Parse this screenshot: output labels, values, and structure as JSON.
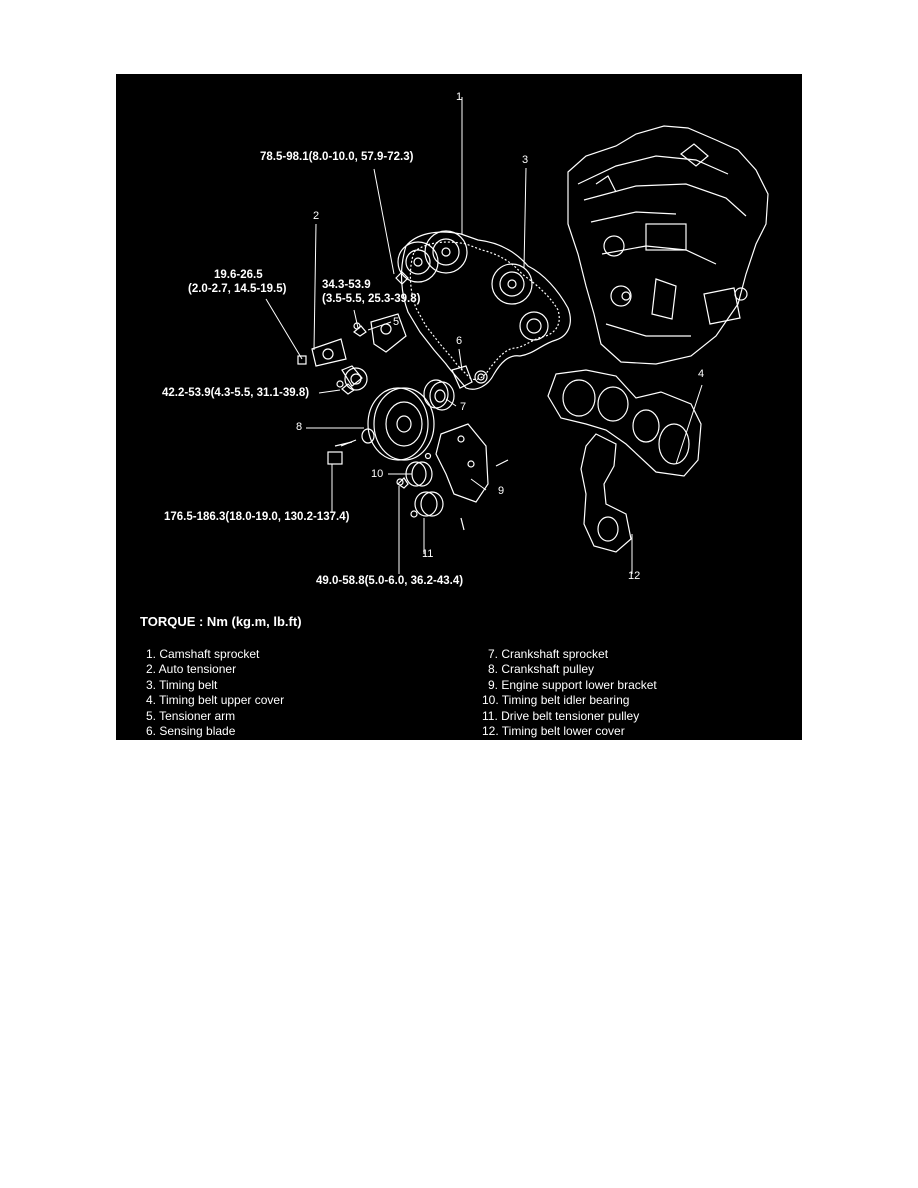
{
  "torque_specs": {
    "camshaft_bolt": "78.5-98.1(8.0-10.0, 57.9-72.3)",
    "auto_tensioner_line1": "19.6-26.5",
    "auto_tensioner_line2": "(2.0-2.7, 14.5-19.5)",
    "tensioner_arm_line1": "34.3-53.9",
    "tensioner_arm_line2": "(3.5-5.5, 25.3-39.8)",
    "idler_bolt": "42.2-53.9(4.3-5.5, 31.1-39.8)",
    "crank_bolt": "176.5-186.3(18.0-19.0, 130.2-137.4)",
    "bracket_bolt": "49.0-58.8(5.0-6.0, 36.2-43.4)"
  },
  "callouts": [
    "1",
    "2",
    "3",
    "4",
    "5",
    "6",
    "7",
    "8",
    "9",
    "10",
    "11",
    "12"
  ],
  "torque_unit_label": "TORQUE : Nm (kg.m, lb.ft)",
  "legend_left": [
    "1. Camshaft sprocket",
    "2. Auto tensioner",
    "3. Timing belt",
    "4. Timing belt upper cover",
    "5. Tensioner arm",
    "6. Sensing blade"
  ],
  "legend_right": [
    "7. Crankshaft sprocket",
    "8. Crankshaft pulley",
    "9. Engine support lower bracket",
    "10. Timing belt idler bearing",
    "11. Drive belt tensioner pulley",
    "12. Timing belt lower cover"
  ],
  "colors": {
    "background": "#000000",
    "line_art": "#ffffff",
    "page": "#ffffff"
  }
}
